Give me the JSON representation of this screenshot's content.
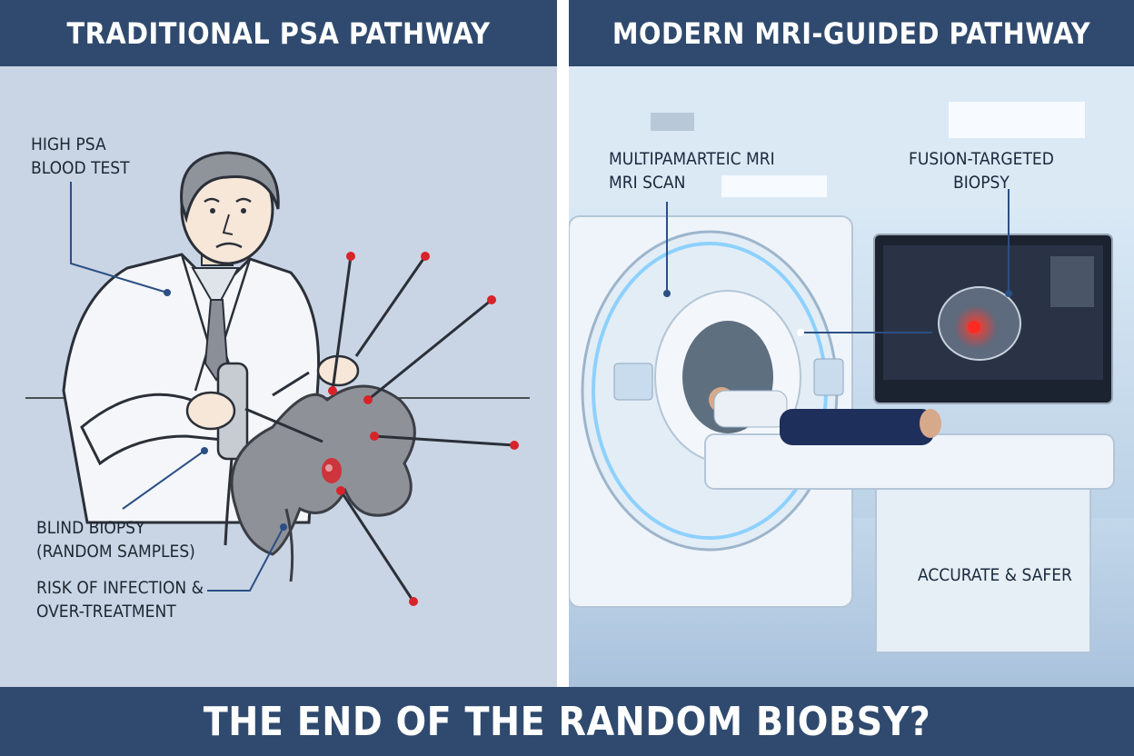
{
  "left_panel": {
    "title": "TRADITIONAL PSA PATHWAY",
    "labels": {
      "psa_test": "HIGH PSA\nBLOOD TEST",
      "blind_biopsy": "BLIND BIOPSY\n(RANDOM SAMPLES)",
      "risk": "RISK OF INFECTION &\nOVER-TREATMENT"
    }
  },
  "right_panel": {
    "title": "MODERN MRI-GUIDED PATHWAY",
    "labels": {
      "mri_scan": "MULTIPAMARTEIC MRI\nMRI SCAN",
      "fusion_biopsy": "FUSION-TARGETED\nBIOPSY",
      "accurate": "ACCURATE & SAFER"
    }
  },
  "footer": {
    "title": "THE END OF THE RANDOM BIOBSY?"
  },
  "colors": {
    "banner": "#2f4a6e",
    "left_background": "#c9d5e4",
    "right_background": "#cfe0f0",
    "callout_line": "#2c4f85",
    "target_red": "#d8232a"
  }
}
